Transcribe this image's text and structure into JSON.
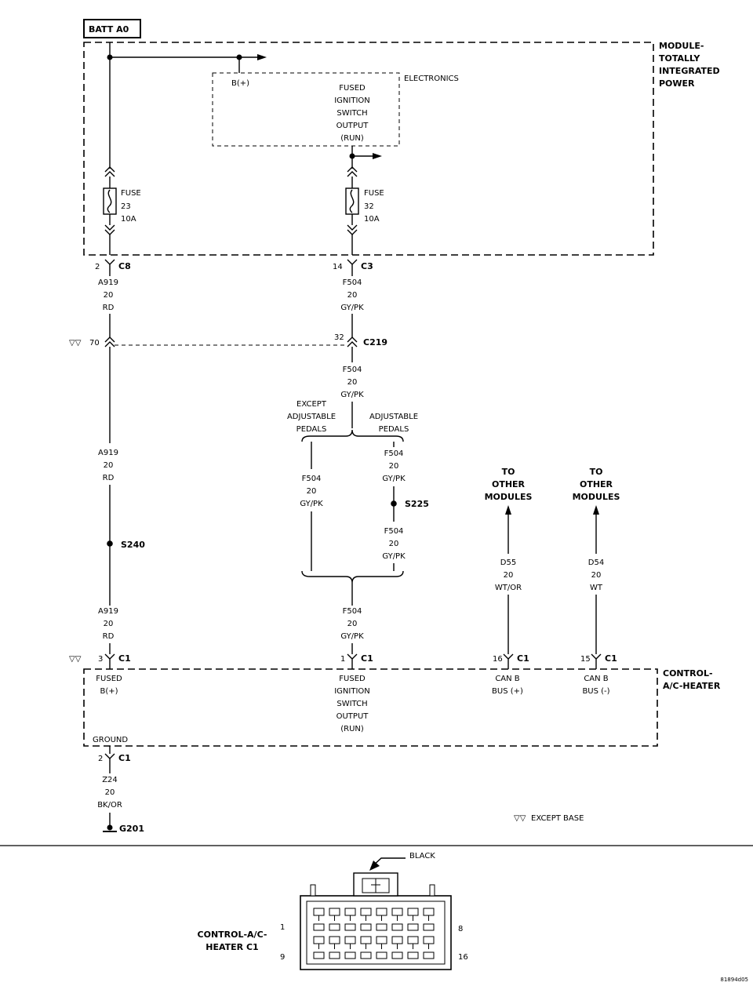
{
  "batt_label": "BATT A0",
  "modules": {
    "tipm": [
      "MODULE-",
      "TOTALLY",
      "INTEGRATED",
      "POWER"
    ],
    "hvac": [
      "CONTROL-",
      "A/C-HEATER"
    ]
  },
  "electronics": {
    "label": "ELECTRONICS",
    "bplus": "B(+)",
    "lines": [
      "FUSED",
      "IGNITION",
      "SWITCH",
      "OUTPUT",
      "(RUN)"
    ]
  },
  "fuses": [
    {
      "lines": [
        "FUSE",
        "23",
        "10A"
      ]
    },
    {
      "lines": [
        "FUSE",
        "32",
        "10A"
      ]
    }
  ],
  "connectors": {
    "c8": {
      "pin": "2",
      "name": "C8"
    },
    "c3": {
      "pin": "14",
      "name": "C3"
    },
    "c219_left_pin": "70",
    "c219": {
      "pin": "32",
      "name": "C219"
    },
    "c1_pin3": {
      "pin": "3",
      "name": "C1"
    },
    "c1_pin1": {
      "pin": "1",
      "name": "C1"
    },
    "c1_pin16": {
      "pin": "16",
      "name": "C1"
    },
    "c1_pin15": {
      "pin": "15",
      "name": "C1"
    },
    "c1_ground": {
      "pin": "2",
      "name": "C1"
    }
  },
  "wires": {
    "a919_top": [
      "A919",
      "20",
      "RD"
    ],
    "f504_top": [
      "F504",
      "20",
      "GY/PK"
    ],
    "f504_mid": [
      "F504",
      "20",
      "GY/PK"
    ],
    "a919_mid": [
      "A919",
      "20",
      "RD"
    ],
    "f504_except": [
      "F504",
      "20",
      "GY/PK"
    ],
    "f504_adj_a": [
      "F504",
      "20",
      "GY/PK"
    ],
    "f504_adj_b": [
      "F504",
      "20",
      "GY/PK"
    ],
    "a919_bot": [
      "A919",
      "20",
      "RD"
    ],
    "f504_bot": [
      "F504",
      "20",
      "GY/PK"
    ],
    "d55": [
      "D55",
      "20",
      "WT/OR"
    ],
    "d54": [
      "D54",
      "20",
      "WT"
    ],
    "z24": [
      "Z24",
      "20",
      "BK/OR"
    ]
  },
  "splices": {
    "s240": "S240",
    "s225": "S225"
  },
  "options": {
    "except_adj": [
      "EXCEPT",
      "ADJUSTABLE",
      "PEDALS"
    ],
    "adj": [
      "ADJUSTABLE",
      "PEDALS"
    ]
  },
  "to_other": [
    [
      "TO",
      "OTHER",
      "MODULES"
    ],
    [
      "TO",
      "OTHER",
      "MODULES"
    ]
  ],
  "hvac_pins": {
    "fused_bplus": [
      "FUSED",
      "B(+)"
    ],
    "ignition": [
      "FUSED",
      "IGNITION",
      "SWITCH",
      "OUTPUT",
      "(RUN)"
    ],
    "canb_plus": [
      "CAN B",
      "BUS (+)"
    ],
    "canb_minus": [
      "CAN B",
      "BUS (-)"
    ],
    "ground": "GROUND"
  },
  "ground_name": "G201",
  "except_base_mark": "▽▽",
  "except_base_label": "EXCEPT BASE",
  "connector_view": {
    "color_label": "BLACK",
    "name": [
      "CONTROL-A/C-",
      "HEATER C1"
    ],
    "pins": {
      "p1": "1",
      "p8": "8",
      "p9": "9",
      "p16": "16"
    }
  },
  "figure_code": "81894d05"
}
